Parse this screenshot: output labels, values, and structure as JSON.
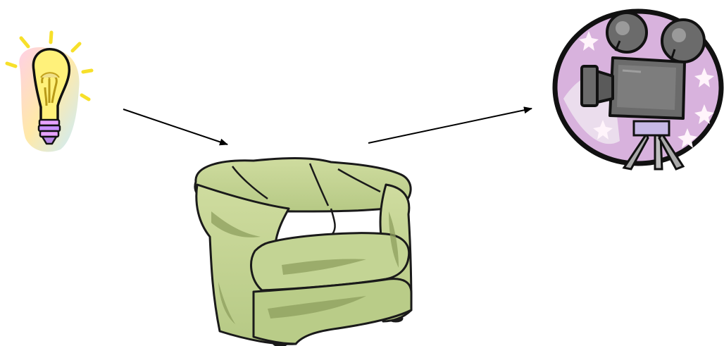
{
  "diagram": {
    "nodes": [
      {
        "id": "idea",
        "icon": "lightbulb-icon"
      },
      {
        "id": "couch",
        "icon": "armchair-icon"
      },
      {
        "id": "movie",
        "icon": "movie-camera-icon"
      }
    ],
    "edges": [
      {
        "from": "idea",
        "to": "couch"
      },
      {
        "from": "couch",
        "to": "movie"
      }
    ]
  },
  "colors": {
    "arrow": "#000000",
    "armchair_fill": "#c7d79a",
    "armchair_shadow": "#8e9f5e",
    "camera_body": "#6b6b6b",
    "camera_background": "#d8b2dd",
    "bulb_glow": "#f5e34a"
  }
}
